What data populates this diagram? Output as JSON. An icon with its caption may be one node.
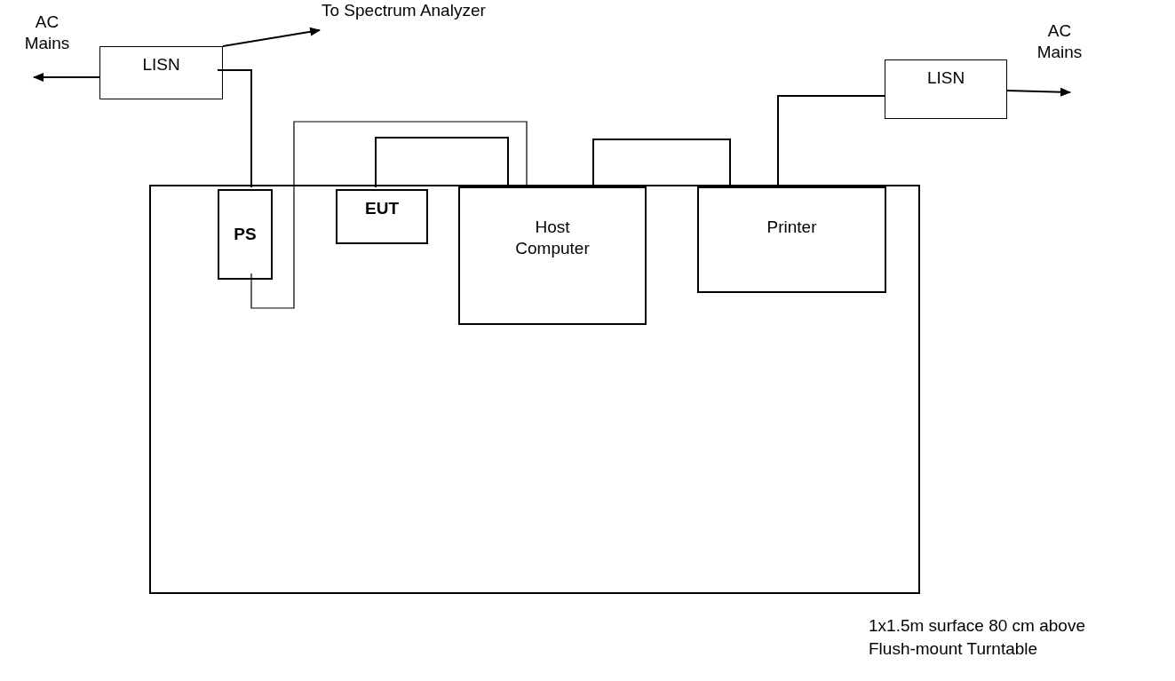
{
  "diagram": {
    "nodes": [
      {
        "text": [],
        "shape": "box"
      },
      {
        "text": [
          "AC Mains"
        ]
      },
      {
        "text": [
          "LISN"
        ]
      },
      {
        "text": [
          "To Spectrum Analyzer"
        ]
      },
      {
        "text": [
          "PS"
        ],
        "in": 0
      },
      {
        "text": [
          "EUT"
        ],
        "in": 0
      },
      {
        "text": [
          "Host Computer"
        ],
        "in": 0
      },
      {
        "text": [
          "Printer"
        ],
        "in": 0
      },
      {
        "text": [
          "LISN"
        ]
      },
      {
        "text": [
          "AC Mains"
        ]
      }
    ],
    "edges": [
      {
        "from": 2,
        "to": 1,
        "arrow": "to"
      },
      {
        "from": 2,
        "to": 3,
        "arrow": "to"
      },
      {
        "from": 2,
        "to": 4,
        "arrow": "none"
      },
      {
        "from": 4,
        "to": 6,
        "arrow": "none"
      },
      {
        "from": 5,
        "to": 6,
        "arrow": "none"
      },
      {
        "from": 6,
        "to": 7,
        "arrow": "none"
      },
      {
        "from": 7,
        "to": 8,
        "arrow": "none"
      },
      {
        "from": 8,
        "to": 9,
        "arrow": "to"
      }
    ],
    "labels": [
      "1x1.5m surface 80 cm above Flush-mount Turntable"
    ]
  }
}
